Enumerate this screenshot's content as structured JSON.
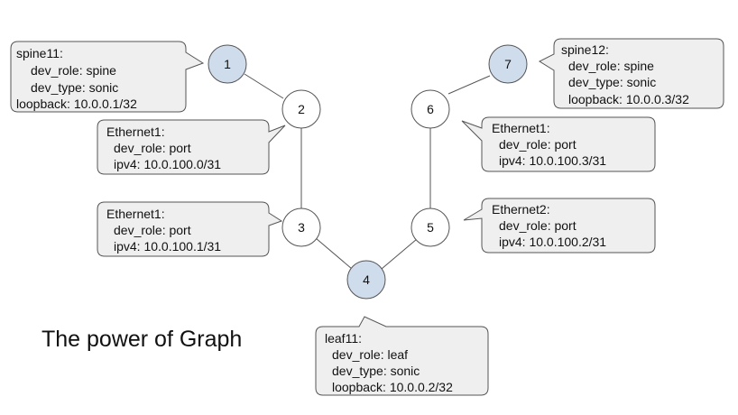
{
  "colors": {
    "spine_leaf_fill": "#cfdcec",
    "port_fill": "#ffffff",
    "callout_fill": "#efefef",
    "outline": "#555555"
  },
  "nodes": [
    {
      "label": "1",
      "kind": "device"
    },
    {
      "label": "2",
      "kind": "port"
    },
    {
      "label": "3",
      "kind": "port"
    },
    {
      "label": "4",
      "kind": "device"
    },
    {
      "label": "5",
      "kind": "port"
    },
    {
      "label": "6",
      "kind": "port"
    },
    {
      "label": "7",
      "kind": "device"
    }
  ],
  "edges": [
    {
      "from": "1",
      "to": "2"
    },
    {
      "from": "2",
      "to": "3"
    },
    {
      "from": "3",
      "to": "4"
    },
    {
      "from": "4",
      "to": "5"
    },
    {
      "from": "5",
      "to": "6"
    },
    {
      "from": "6",
      "to": "7"
    }
  ],
  "callouts": {
    "spine11": {
      "title": "spine11:",
      "lines": [
        "dev_role: spine",
        "dev_type: sonic",
        "loopback: 10.0.0.1/32"
      ]
    },
    "spine11_eth1": {
      "title": "Ethernet1:",
      "lines": [
        "dev_role: port",
        "ipv4: 10.0.100.0/31"
      ]
    },
    "leaf11_eth1": {
      "title": "Ethernet1:",
      "lines": [
        "dev_role: port",
        "ipv4: 10.0.100.1/31"
      ]
    },
    "leaf11": {
      "title": "leaf11:",
      "lines": [
        "dev_role: leaf",
        "dev_type: sonic",
        "loopback: 10.0.0.2/32"
      ]
    },
    "leaf11_eth2": {
      "title": "Ethernet2:",
      "lines": [
        "dev_role: port",
        "ipv4: 10.0.100.2/31"
      ]
    },
    "spine12_eth1": {
      "title": "Ethernet1:",
      "lines": [
        "dev_role: port",
        "ipv4: 10.0.100.3/31"
      ]
    },
    "spine12": {
      "title": "spine12:",
      "lines": [
        "dev_role: spine",
        "dev_type: sonic",
        "loopback: 10.0.0.3/32"
      ]
    }
  },
  "caption": "The power of Graph"
}
